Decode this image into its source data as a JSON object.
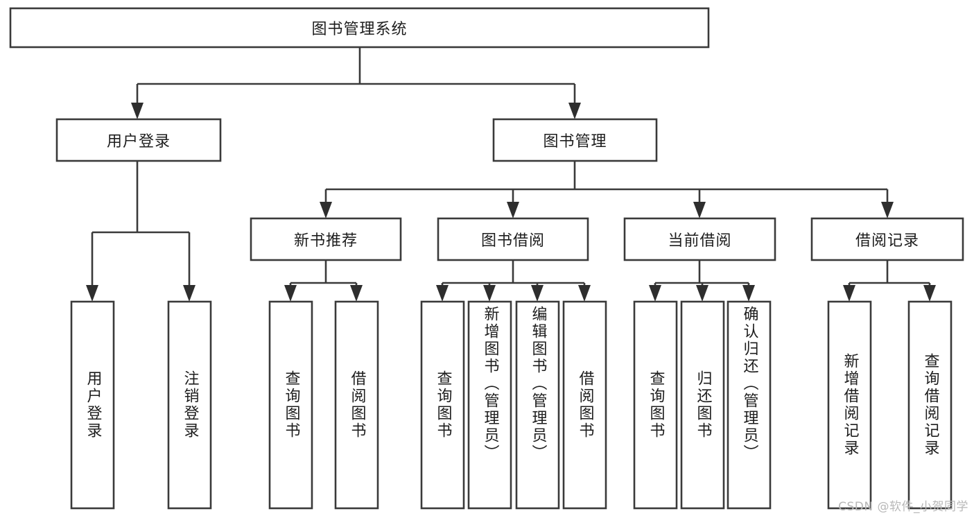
{
  "diagram": {
    "type": "tree",
    "title": "图书管理系统",
    "orientation": "top-down",
    "colors": {
      "box_stroke": "#3a3a3a",
      "box_fill": "#ffffff",
      "connector": "#3a3a3a",
      "arrow": "#2e2e2e",
      "text": "#1d1d1d",
      "background": "#ffffff",
      "watermark": "#b8b8b8"
    },
    "root": {
      "label": "图书管理系统",
      "level": 0
    },
    "level1": [
      {
        "label": "用户登录"
      },
      {
        "label": "图书管理"
      }
    ],
    "level2": [
      {
        "label": "新书推荐",
        "parent": "图书管理"
      },
      {
        "label": "图书借阅",
        "parent": "图书管理"
      },
      {
        "label": "当前借阅",
        "parent": "图书管理"
      },
      {
        "label": "借阅记录",
        "parent": "图书管理"
      }
    ],
    "leaves": {
      "用户登录": [
        "用户登录",
        "注销登录"
      ],
      "新书推荐": [
        "查询图书",
        "借阅图书"
      ],
      "图书借阅": [
        "查询图书",
        "新增图书（管理员）",
        "编辑图书（管理员）",
        "借阅图书"
      ],
      "当前借阅": [
        "查询图书",
        "归还图书",
        "确认归还（管理员）"
      ],
      "借阅记录": [
        "新增借阅记录",
        "查询借阅记录"
      ]
    },
    "leaf_nodes": [
      {
        "id": "leaf-user-login",
        "label": "用户登录",
        "group": "用户登录"
      },
      {
        "id": "leaf-user-logout",
        "label": "注销登录",
        "group": "用户登录"
      },
      {
        "id": "leaf-new-query-book",
        "label": "查询图书",
        "group": "新书推荐"
      },
      {
        "id": "leaf-new-borrow-book",
        "label": "借阅图书",
        "group": "新书推荐"
      },
      {
        "id": "leaf-borrow-query-book",
        "label": "查询图书",
        "group": "图书借阅"
      },
      {
        "id": "leaf-borrow-add-book",
        "label": "新增图书（管理员）",
        "group": "图书借阅"
      },
      {
        "id": "leaf-borrow-edit-book",
        "label": "编辑图书（管理员）",
        "group": "图书借阅"
      },
      {
        "id": "leaf-borrow-borrow-book",
        "label": "借阅图书",
        "group": "图书借阅"
      },
      {
        "id": "leaf-current-query-book",
        "label": "查询图书",
        "group": "当前借阅"
      },
      {
        "id": "leaf-current-return-book",
        "label": "归还图书",
        "group": "当前借阅"
      },
      {
        "id": "leaf-current-confirm-return",
        "label": "确认归还（管理员）",
        "group": "当前借阅"
      },
      {
        "id": "leaf-record-add",
        "label": "新增借阅记录",
        "group": "借阅记录"
      },
      {
        "id": "leaf-record-query",
        "label": "查询借阅记录",
        "group": "借阅记录"
      }
    ]
  },
  "watermark": {
    "text": "CSDN @软件_小贺同学"
  }
}
